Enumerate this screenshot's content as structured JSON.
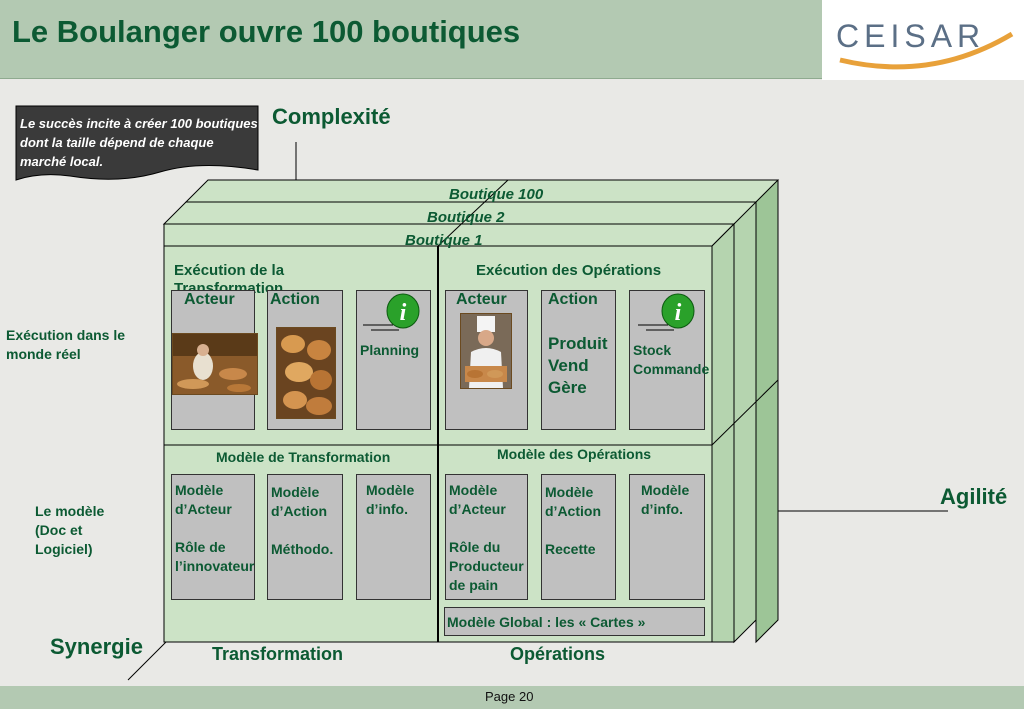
{
  "header": {
    "title": "Le Boulanger ouvre 100 boutiques",
    "logo_text": "CEISAR"
  },
  "callout": {
    "text": "Le succès  incite à créer 100 boutiques dont la taille dépend de chaque marché local."
  },
  "axes": {
    "complexite": "Complexité",
    "agilite": "Agilité",
    "synergie": "Synergie",
    "transformation": "Transformation",
    "operations": "Opérations"
  },
  "side_labels": {
    "execution": "Exécution dans le monde réel",
    "modele": "Le modèle (Doc et Logiciel)"
  },
  "boutiques": {
    "b100": "Boutique 100",
    "b2": "Boutique 2",
    "b1": "Boutique 1"
  },
  "top": {
    "transformation_title": "Exécution de la Transformation",
    "operations_title": "Exécution des Opérations",
    "acteur": "Acteur",
    "action": "Action",
    "planning": "Planning",
    "acteur_ops": "Acteur",
    "action_ops": "Action",
    "action_ops_items": [
      "Produit",
      "Vend",
      "Gère"
    ],
    "stock": "Stock",
    "commande": "Commande"
  },
  "bottom": {
    "transformation_title": "Modèle de Transformation",
    "operations_title": "Modèle des Opérations",
    "t_acteur": [
      "Modèle",
      "d’Acteur",
      "",
      "Rôle de",
      "l’innovateur"
    ],
    "t_action": [
      "Modèle",
      "d’Action",
      "",
      "Méthodo."
    ],
    "t_info": [
      "Modèle",
      "d’info."
    ],
    "o_acteur": [
      "Modèle",
      "d’Acteur",
      "",
      "Rôle du",
      "Producteur",
      "de pain"
    ],
    "o_action": [
      "Modèle",
      "d’Action",
      "",
      "Recette"
    ],
    "o_info": [
      "Modèle",
      "d’info."
    ],
    "global": "Modèle Global : les  « Cartes »"
  },
  "footer": {
    "page": "Page  20"
  },
  "colors": {
    "header_bg": "#b3c9b2",
    "title_green": "#0c5a33",
    "cube_face": "#cce3c6",
    "card_grey": "#c0c0c0",
    "info_green": "#2aa12a"
  },
  "icons": [
    "info-icon",
    "baker-photo",
    "bread-photo",
    "chef-photo"
  ]
}
